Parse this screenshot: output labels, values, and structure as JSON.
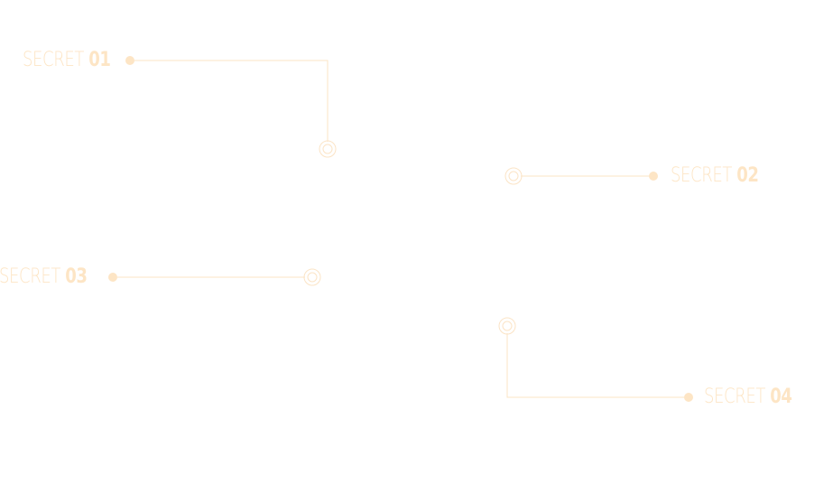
{
  "colors": {
    "accent": "#fde5c5",
    "line": "#fbe4c6",
    "background": "#ffffff"
  },
  "callouts": [
    {
      "word": "SECRET",
      "number": "01"
    },
    {
      "word": "SECRET",
      "number": "02"
    },
    {
      "word": "SECRET",
      "number": "03"
    },
    {
      "word": "SECRET",
      "number": "04"
    }
  ]
}
